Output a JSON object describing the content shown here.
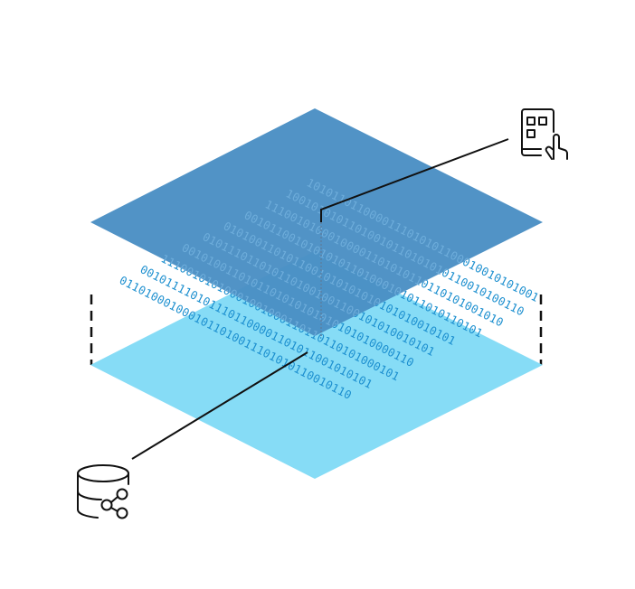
{
  "diagram": {
    "colors": {
      "background": "#ffffff",
      "top_layer": "#4a8fc4",
      "bottom_layer": "#86dcf6",
      "binary_text": "#1c8fcf",
      "line": "#111111"
    },
    "icons": {
      "top_right": "touch-app-icon",
      "bottom_left": "database-share-icon"
    },
    "binary_rows": [
      "1010110110000111010101100010010101001",
      "10010101011010010110101010110010100110",
      "11100101000100001101010110110101001010",
      "00101100101010101101000101011010110101",
      "0101001101011001010101010101010010101",
      "0101110110101101001001100101010010101",
      "0010100110101101010101010101010000110",
      "11100101010001001000110110110101000101",
      "0010111101011101100001101011001010101",
      "0110100010001011010011101010110010110"
    ]
  }
}
